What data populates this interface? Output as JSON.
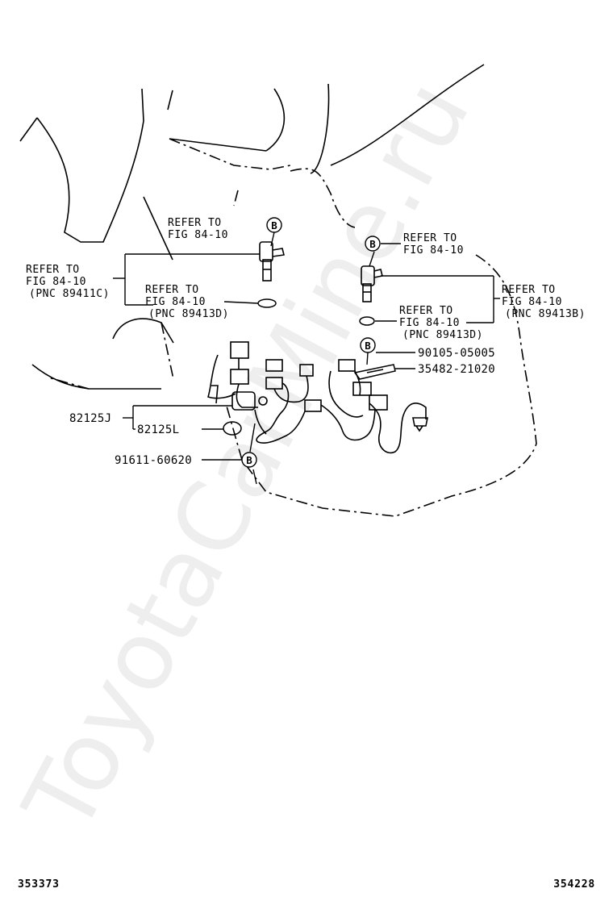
{
  "watermark": "ToyotaCarMine.ru",
  "callouts": {
    "top_center": {
      "line1": "REFER TO",
      "line2": "FIG 84-10"
    },
    "left": {
      "line1": "REFER TO",
      "line2": "FIG 84-10",
      "line3": "(PNC 89411C)"
    },
    "center_oring": {
      "line1": "REFER TO",
      "line2": "FIG 84-10",
      "line3": "(PNC 89413D)"
    },
    "right_top": {
      "line1": "REFER TO",
      "line2": "FIG 84-10"
    },
    "right_side": {
      "line1": "REFER TO",
      "line2": "FIG 84-10",
      "line3": "(PNC 89413B)"
    },
    "right_oring": {
      "line1": "REFER TO",
      "line2": "FIG 84-10",
      "line3": "(PNC 89413D)"
    }
  },
  "parts": {
    "bolt": "90105-05005",
    "clamp": "35482-21020",
    "harness": "82125J",
    "grommet": "82125L",
    "bolt_left": "91611-60620"
  },
  "markers": {
    "bolt_marker": "B"
  },
  "footer": {
    "left_code": "353373",
    "right_code": "354228"
  }
}
